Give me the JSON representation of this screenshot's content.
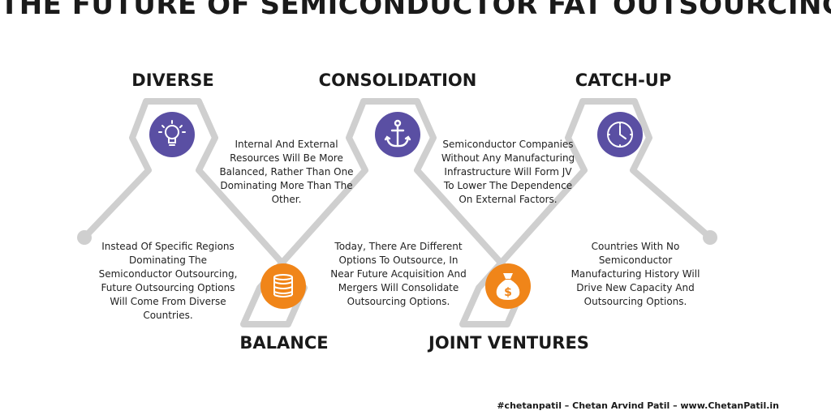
{
  "title": "THE FUTURE OF SEMICONDUCTOR FAT OUTSOURCING",
  "colors": {
    "purple": "#5a4fa3",
    "orange": "#f08519",
    "line": "#cfcfcf"
  },
  "items": [
    {
      "heading": "DIVERSE",
      "icon": "lightbulb-icon",
      "text": "Instead Of Specific Regions Dominating The Semiconductor Outsourcing, Future Outsourcing Options Will Come From Diverse Countries."
    },
    {
      "heading": "BALANCE",
      "icon": "coins-stack-icon",
      "text": "Internal And External Resources Will Be More Balanced, Rather Than One Dominating More Than The Other."
    },
    {
      "heading": "CONSOLIDATION",
      "icon": "anchor-icon",
      "text": "Today, There Are Different Options To Outsource, In Near Future Acquisition And Mergers Will Consolidate Outsourcing Options."
    },
    {
      "heading": "JOINT VENTURES",
      "icon": "money-bag-icon",
      "text": "Semiconductor Companies Without Any Manufacturing Infrastructure Will Form JV To Lower The Dependence On External Factors."
    },
    {
      "heading": "CATCH-UP",
      "icon": "clock-icon",
      "text": "Countries With No Semiconductor Manufacturing History Will Drive New Capacity And Outsourcing Options."
    }
  ],
  "footer": "#chetanpatil – Chetan Arvind Patil – www.ChetanPatil.in"
}
